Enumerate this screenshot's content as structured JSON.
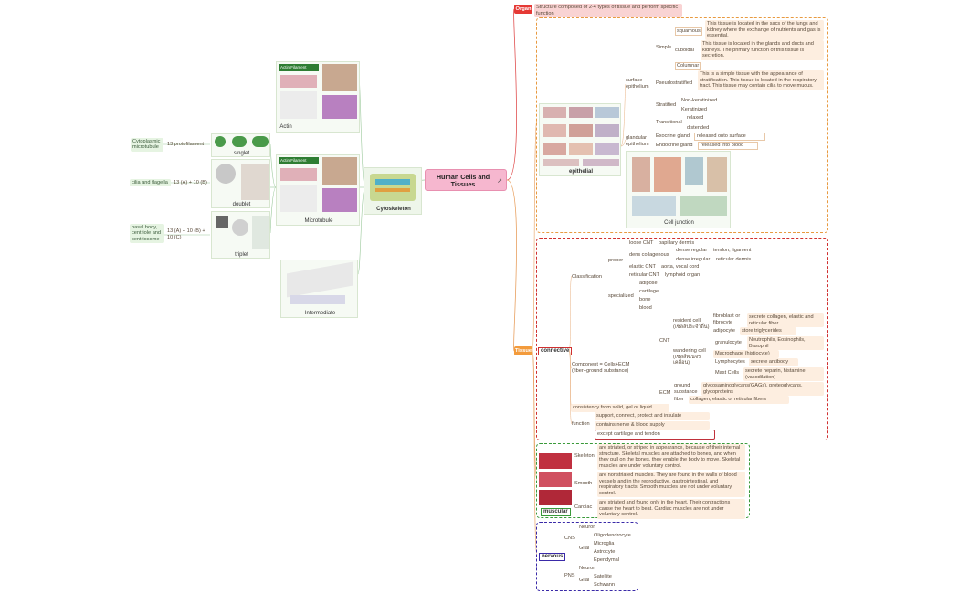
{
  "root": {
    "title": "Human Cells and Tissues"
  },
  "organ": {
    "label": "Organ",
    "desc": "Structure composed of 2-4 types of tissue and perform specific function"
  },
  "epithelial": {
    "image_caption": "epithelial",
    "junction_caption": "Cell junction",
    "surface": "surface epithelium",
    "simple": "Simple",
    "squamous": "squamous",
    "squamous_desc": "This tissue is located in the sacs of the lungs and kidney where the exchange of nutrients and gas is essential.",
    "cuboidal": "cuboidal",
    "cuboidal_desc": "This tissue is located in the glands and ducts and kidneys. The primary function of this tissue is secretion.",
    "columnar": "Columnar",
    "pseudo": "Pseudostratified",
    "pseudo_desc": "This is a simple tissue with the appearance of stratification. This tissue is located in the respiratory tract. This tissue may contain cilia to move mucus.",
    "stratified": "Stratified",
    "nonker": "Non-keratinized",
    "ker": "Keratinized",
    "transitional": "Transitional",
    "relaxed": "relaxed",
    "distended": "distended",
    "glandular": "glandular epithelium",
    "exo": "Exocrine gland",
    "exo_desc": "released onto surface",
    "endo": "Endocrine gland",
    "endo_desc": "released into blood"
  },
  "tissue": {
    "label": "Tissue"
  },
  "connective": {
    "label": "connective",
    "classification": "Classification",
    "proper": "proper",
    "loose": "loose CNT",
    "loose_ex": "papillary dermis",
    "dens": "dens collagenous",
    "dense_reg": "dense regular",
    "dense_reg_ex": "tendon, ligament",
    "dense_irr": "dense irregular",
    "dense_irr_ex": "reticular dermis",
    "elastic": "elastic CNT",
    "elastic_ex": "aorta, vocal cord",
    "reticular": "reticular CNT",
    "reticular_ex": "lymphoid organ",
    "specialized": "specialized",
    "adipose": "adipose",
    "cartilage": "cartilage",
    "bone": "bone",
    "blood": "blood",
    "component": "Component = Cells+ECM (fiber+ground substance)",
    "cnt": "CNT",
    "resident": "resident cell (เซลล์ประจำถิ่น)",
    "fibro": "fibroblast or fibrocyte",
    "fibro_desc": "secrete collagen, elastic and reticular fiber",
    "adipocyte": "adipocyte",
    "adipocyte_desc": "store triglycerides",
    "wandering": "wandering cell (เซลล์พเนจรเคลื่อน)",
    "granulocyte": "granulocyte",
    "granulocyte_desc": "Neutrophils, Eosinophils, Basophil",
    "macrophage": "Macrophage (histiocyte)",
    "lymphocytes": "Lymphocytes",
    "lymph_desc": "secrete antibody",
    "mast": "Mast Cells",
    "mast_desc": "secrete heparin, histamine (vasodilation)",
    "ecm": "ECM",
    "ground": "ground substance",
    "ground_desc": "glycosaminoglycans(GAGs), proteoglycans, glycoproteins",
    "fiber": "fiber",
    "fiber_desc": "collagen, elastic or reticular fibers",
    "consistency": "consistency from solid, gel or liquid",
    "function": "function",
    "func1": "support, connect, protect and insulate",
    "func2": "contains nerve & blood supply",
    "func3": "except cartilage and tendon"
  },
  "muscular": {
    "label": "muscular",
    "skeleton": "Skeleton",
    "skeleton_desc": "are striated, or striped in appearance, because of their internal structure. Skeletal muscles are attached to bones, and when they pull on the bones, they enable the body to move. Skeletal muscles are under voluntary control.",
    "smooth": "Smooth",
    "smooth_desc": "are nonstriated muscles. They are found in the walls of blood vessels and in the reproductive, gastrointestinal, and respiratory tracts. Smooth muscles are not under voluntary control.",
    "cardiac": "Cardiac",
    "cardiac_desc": "are striated and found only in the heart. Their contractions cause the heart to beat. Cardiac muscles are not under voluntary control."
  },
  "nervous": {
    "label": "nervous",
    "cns": "CNS",
    "pns": "PNS",
    "neuron": "Neuron",
    "glial": "Glial",
    "oligo": "Oligodendrocyte",
    "microglia": "Microglia",
    "astro": "Astrocyte",
    "ependymal": "Ependymal",
    "satellite": "Satellite",
    "schwann": "Schwann"
  },
  "cytoskeleton": {
    "label": "Cytoskeleton",
    "actin": "Actin",
    "actin_card_title": "Actin Filament",
    "microtubule": "Microtubule",
    "intermediate": "Intermediate",
    "singlet": "singlet",
    "doublet": "doublet",
    "triplet": "triplet",
    "cyto_micro": "Cytoplasmic microtubule",
    "protofilament": "13 protofilament",
    "cilia": "cilia and flagella",
    "cilia_formula": "13 (A) + 10 (B)",
    "basal": "basal body, centriole and centriosome",
    "basal_formula": "13 (A) + 10 (B) + 10 (C)"
  },
  "colors": {
    "tissue_line": "#e8a060",
    "organ_line": "#e05050",
    "epi_frame": "#e89a40",
    "cnt_frame": "#d03030",
    "musc_frame": "#3a9a3a",
    "nerv_frame": "#3a2aa8",
    "root_bg": "#f6b7cf"
  }
}
